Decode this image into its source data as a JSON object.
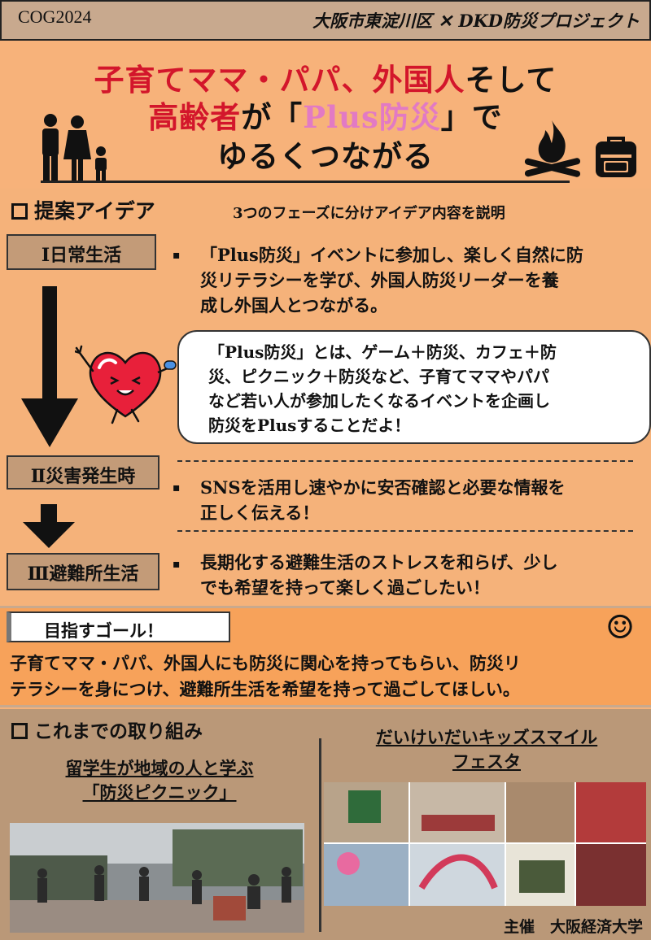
{
  "header": {
    "left": "COG2024",
    "right": "大阪市東淀川区 ✕ DKD防災プロジェクト"
  },
  "hero": {
    "line1_red": "子育てママ・パパ、外国人",
    "line1_rest": "そして",
    "line2_red": "高齢者",
    "line2_a": "が「",
    "line2_pink": "Plus防災",
    "line2_b": "」で",
    "line3": "ゆるくつながる"
  },
  "proposal": {
    "title": "提案アイデア",
    "subtitle": "3つのフェーズに分けアイデア内容を説明",
    "phases": [
      {
        "label": "Ⅰ日常生活",
        "lines": [
          "「Plus防災」イベントに参加し、楽しく自然に防",
          "災リテラシーを学び、外国人防災リーダーを養",
          "成し外国人とつながる。"
        ]
      },
      {
        "label": "Ⅱ災害発生時",
        "lines": [
          "SNSを活用し速やかに安否確認と必要な情報を",
          "正しく伝える！"
        ]
      },
      {
        "label": "Ⅲ避難所生活",
        "lines": [
          "長期化する避難生活のストレスを和らげ、少し",
          "でも希望を持って楽しく過ごしたい！"
        ]
      }
    ],
    "bullet": "▪",
    "bubble_lines": [
      "「Plus防災」とは、ゲーム＋防災、カフェ＋防",
      "災、ピクニック＋防災など、子育てママやパパ",
      "など若い人が参加したくなるイベントを企画し",
      "防災をPlusすることだよ！"
    ]
  },
  "goal": {
    "label": "目指すゴール！",
    "smiley": "☺",
    "lines": [
      "子育てママ・パパ、外国人にも防災に関心を持ってもらい、防災リ",
      "テラシーを身につけ、避難所生活を希望を持って過ごしてほしい。"
    ]
  },
  "efforts": {
    "title": "これまでの取り組み",
    "left_caption": [
      "留学生が地域の人と学ぶ",
      "「防災ピクニック」"
    ],
    "right_caption": [
      "だいけいだいキッズスマイル",
      "フェスタ"
    ],
    "host": "主催　大阪経済大学"
  },
  "colors": {
    "background": "#f5b27a",
    "header": "#c8a98e",
    "accent_red": "#d3162b",
    "accent_pink": "#e27ac4",
    "phase_box": "#c39b78",
    "bottom": "#ba9878"
  }
}
